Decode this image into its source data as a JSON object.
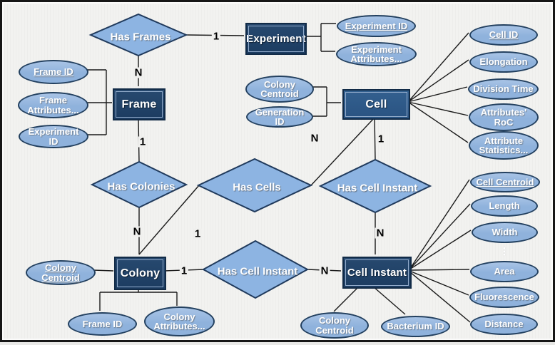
{
  "colors": {
    "background": "#F1F1EF",
    "shape_fill": "#8FB2DC",
    "shape_stroke": "#20395C",
    "entity_fill": "#1C3C61",
    "entity_fill_top": "#27496F",
    "entity_fill_light": "#2E5B8C",
    "line": "#1A1A1A",
    "label_text": "#FFFFFF",
    "cardinality_text": "#000000"
  },
  "entities": {
    "experiment": {
      "label": "Experiment"
    },
    "frame": {
      "label": "Frame"
    },
    "cell": {
      "label": "Cell"
    },
    "colony": {
      "label": "Colony"
    },
    "cell_instant": {
      "label": "Cell Instant"
    }
  },
  "relationships": {
    "has_frames": {
      "label": "Has Frames"
    },
    "has_colonies": {
      "label": "Has Colonies"
    },
    "has_cells": {
      "label": "Has Cells"
    },
    "has_cell_instant_upper": {
      "label": "Has Cell Instant"
    },
    "has_cell_instant_lower": {
      "label": "Has Cell Instant"
    }
  },
  "attributes": {
    "frame_id": {
      "label": "Frame ID",
      "key": true
    },
    "frame_attributes": {
      "label": "Frame Attributes...",
      "key": false
    },
    "experiment_id_frame": {
      "label": "Experiment ID",
      "key": false
    },
    "experiment_id": {
      "label": "Experiment ID",
      "key": true
    },
    "experiment_attributes": {
      "label": "Experiment Attributes...",
      "key": false
    },
    "colony_centroid_cell": {
      "label": "Colony Centroid",
      "key": false
    },
    "generation_id": {
      "label": "Generation ID",
      "key": false
    },
    "cell_id": {
      "label": "Cell ID",
      "key": true
    },
    "elongation": {
      "label": "Elongation",
      "key": false
    },
    "division_time": {
      "label": "Division Time",
      "key": false
    },
    "attributes_roc": {
      "label": "Attributes' RoC",
      "key": false
    },
    "attribute_statistics": {
      "label": "Attribute Statistics...",
      "key": false
    },
    "cell_centroid": {
      "label": "Cell Centroid",
      "key": true
    },
    "length": {
      "label": "Length",
      "key": false
    },
    "width": {
      "label": "Width",
      "key": false
    },
    "area": {
      "label": "Area",
      "key": false
    },
    "fluorescence": {
      "label": "Fluorescence",
      "key": false
    },
    "distance": {
      "label": "Distance",
      "key": false
    },
    "colony_centroid": {
      "label": "Colony Centroid",
      "key": true
    },
    "frame_id_colony": {
      "label": "Frame ID",
      "key": false
    },
    "colony_attributes": {
      "label": "Colony Attributes...",
      "key": false
    },
    "colony_centroid_instant": {
      "label": "Colony Centroid",
      "key": false
    },
    "bacterium_id": {
      "label": "Bacterium ID",
      "key": false
    }
  },
  "cardinalities": {
    "experiment_has_frames": "1",
    "has_frames_frame": "N",
    "frame_has_colonies": "1",
    "has_colonies_colony": "N",
    "colony_has_cells": "1",
    "has_cells_cell": "N",
    "cell_has_cell_instant": "1",
    "has_cell_instant_cell_instant": "N",
    "colony_has_cell_instant": "1",
    "has_cell_instant_lower_cell_instant": "N"
  },
  "icons": {
    "vertical_ellipsis": "⋮"
  }
}
